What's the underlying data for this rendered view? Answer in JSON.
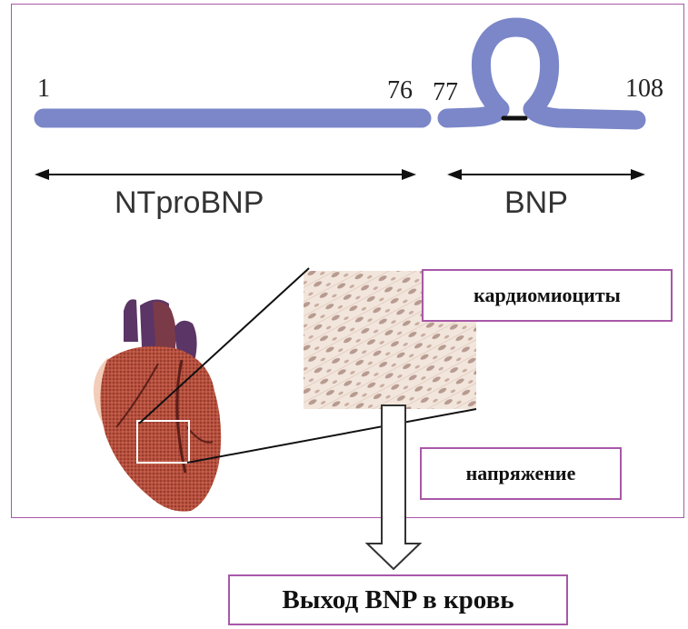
{
  "numbers": {
    "n1": "1",
    "n76": "76",
    "n77": "77",
    "n108": "108"
  },
  "segments": {
    "ntprobnp": "NTproBNP",
    "bnp": "BNP"
  },
  "boxes": {
    "cardiomyocytes": "кардиомиоциты",
    "stress": "напряжение",
    "release": "Выход BNP в кровь"
  },
  "colors": {
    "peptide_chain": "#7b87c8",
    "frame_border": "#a858a8",
    "heart_muscle": "#b24a3a",
    "tissue_background": "#efe0d4"
  }
}
